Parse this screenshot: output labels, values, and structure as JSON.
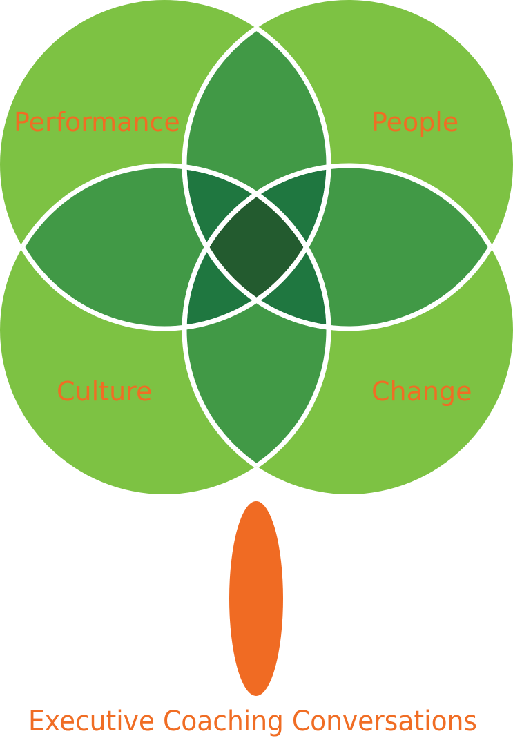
{
  "diagram": {
    "circles": [
      {
        "label": "Performance"
      },
      {
        "label": "People"
      },
      {
        "label": "Culture"
      },
      {
        "label": "Change"
      }
    ],
    "trunk_label": "Executive Coaching Conversations"
  },
  "colors": {
    "circle_fill": "#7dc243",
    "overlap_two": "#419946",
    "overlap_three": "#1f7740",
    "overlap_four": "#235b2f",
    "outline": "#ffffff",
    "label_text": "#f06d24",
    "trunk_fill": "#f06b23"
  }
}
